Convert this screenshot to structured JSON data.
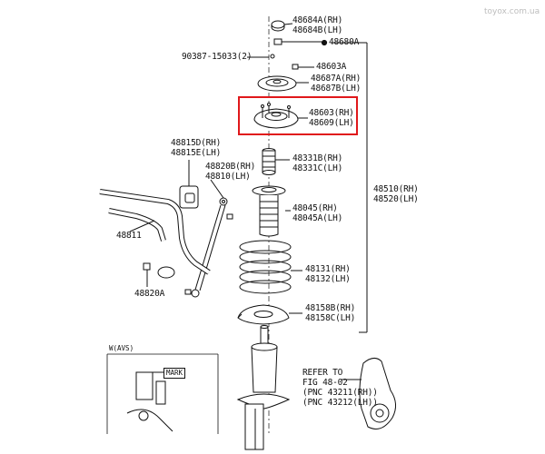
{
  "watermark": "toyox.com.ua",
  "highlight_color": "#e0181b",
  "line_color": "#111111",
  "labels": {
    "p48684A": "48684A(RH)",
    "p48684B": "48684B(LH)",
    "p48680A": "48680A",
    "p90387": "90387-15033(2)",
    "p48603A": "48603A",
    "p48687A": "48687A(RH)",
    "p48687B": "48687B(LH)",
    "p48603": "48603(RH)",
    "p48609": "48609(LH)",
    "p48815D": "48815D(RH)",
    "p48815E": "48815E(LH)",
    "p48820B": "48820B(RH)",
    "p48810": "48810(LH)",
    "p48331B": "48331B(RH)",
    "p48331C": "48331C(LH)",
    "p48510": "48510(RH)",
    "p48520": "48520(LH)",
    "p48045": "48045(RH)",
    "p48045A": "48045A(LH)",
    "p48811": "48811",
    "p48131": "48131(RH)",
    "p48132": "48132(LH)",
    "p48820A": "48820A",
    "p48158B": "48158B(RH)",
    "p48158C": "48158C(LH)",
    "inset_title": "W(AVS)",
    "mark": "MARK",
    "refer1": "REFER TO",
    "refer2": "FIG 48-02",
    "refer3": "(PNC 43211(RH))",
    "refer4": "(PNC 43212(LH))"
  }
}
